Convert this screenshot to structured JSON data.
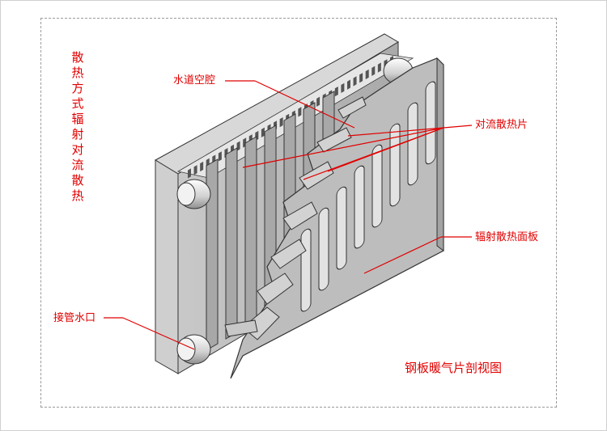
{
  "side_note": "散热方式辐射对流散热",
  "title": "钢板暖气片剖视图",
  "labels": {
    "water_channel": "水道空腔",
    "convection_fins": "对流散热片",
    "radiation_panel": "辐射散热面板",
    "inlet": "接管水口"
  },
  "colors": {
    "accent": "#e00000",
    "panel": "#b9b9b9",
    "panel_dark": "#8c8c8c",
    "outline": "#333333"
  }
}
